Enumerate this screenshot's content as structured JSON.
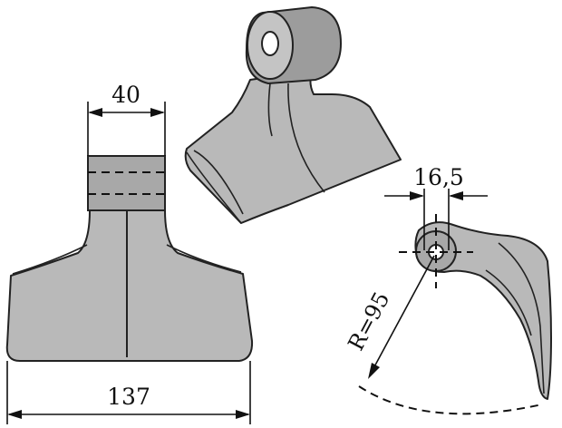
{
  "dimensions": {
    "top_width": "40",
    "bottom_width": "137",
    "hole_diameter": "16,5",
    "radius": "R=95"
  }
}
